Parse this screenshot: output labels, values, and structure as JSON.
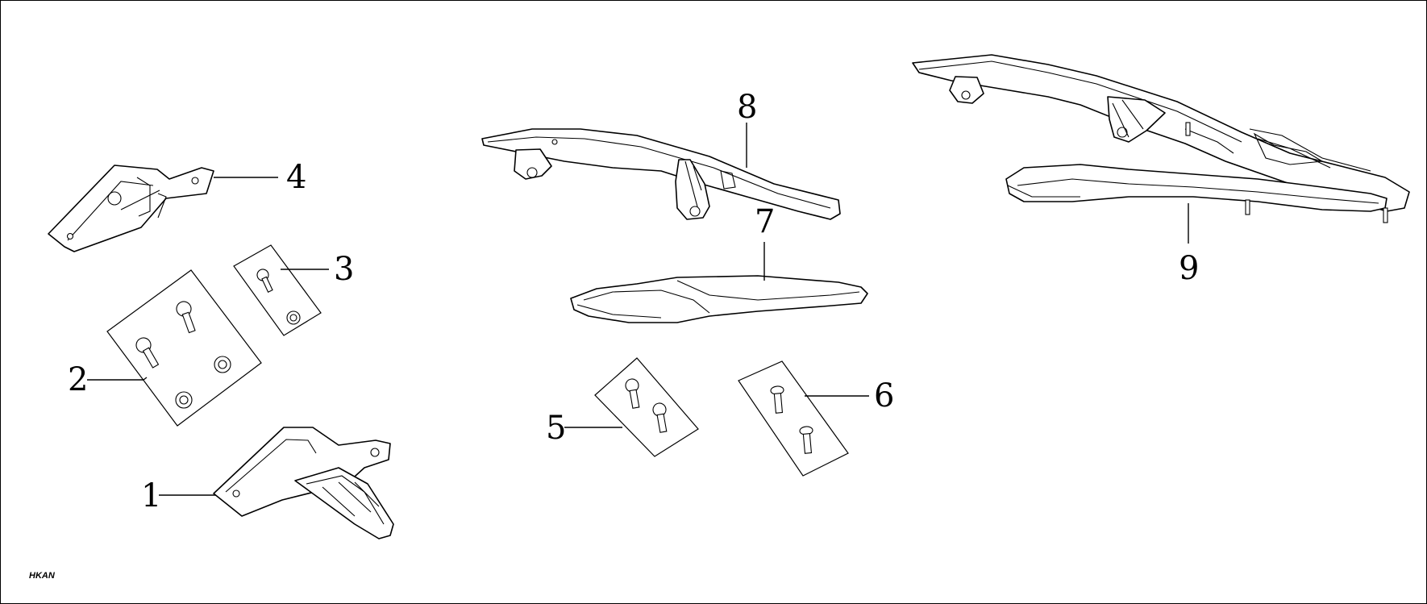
{
  "diagram": {
    "callouts": [
      "1",
      "2",
      "3",
      "4",
      "5",
      "6",
      "7",
      "8",
      "9"
    ],
    "drawing_code": "HKAN"
  }
}
